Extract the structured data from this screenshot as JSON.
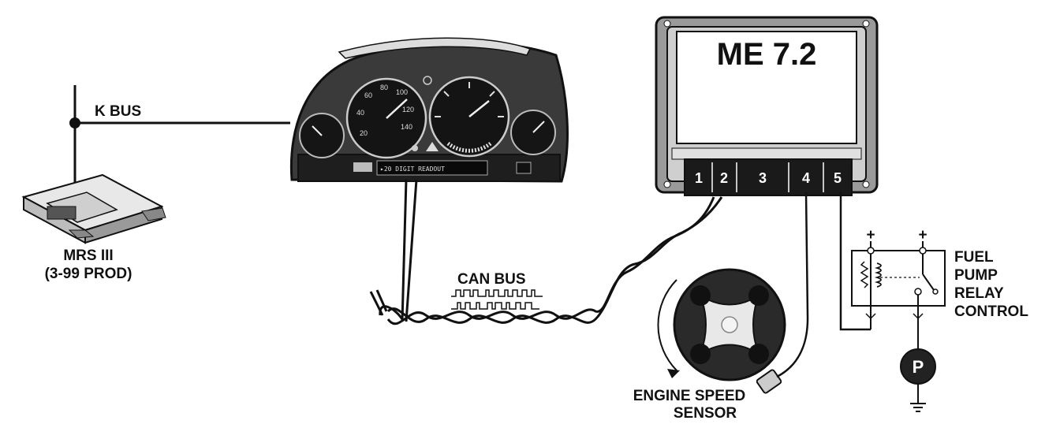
{
  "labels": {
    "k_bus": "K BUS",
    "mrs_line1": "MRS III",
    "mrs_line2": "(3-99 PROD)",
    "can_bus": "CAN BUS",
    "ecu": "ME 7.2",
    "sensor_line1": "ENGINE SPEED",
    "sensor_line2": "SENSOR",
    "relay_line1": "FUEL",
    "relay_line2": "PUMP",
    "relay_line3": "RELAY",
    "relay_line4": "CONTROL",
    "pump": "P",
    "plus": "+",
    "display_text": "▸20 DIGIT READOUT"
  },
  "ecu_pins": [
    "1",
    "2",
    "3",
    "4",
    "5"
  ],
  "speedo_ticks": [
    "20",
    "40",
    "60",
    "80",
    "100",
    "120",
    "140"
  ],
  "colors": {
    "ink": "#111111",
    "cluster": "#2a2a2a",
    "panel": "#d9d9d9"
  }
}
